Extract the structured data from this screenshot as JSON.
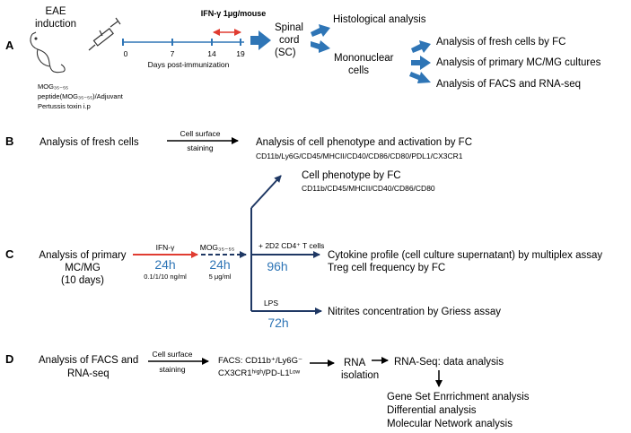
{
  "colors": {
    "blue": "#2e75b6",
    "red": "#e03c31",
    "black": "#000000"
  },
  "panels": {
    "A": {
      "label": "A",
      "induction": "EAE\ninduction",
      "injection_line1": "MOG₃₅₋₅₅",
      "injection_line2": "peptide(MOG₃₅₋₅₅)/Adjuvant",
      "injection_line3": "Pertussis toxin i.p",
      "ifn": "IFN-γ 1μg/mouse",
      "ticks": [
        "0",
        "7",
        "14",
        "19"
      ],
      "axis_label": "Days post-immunization",
      "spinal": "Spinal",
      "cord": "cord",
      "sc": "(SC)",
      "histo": "Histological analysis",
      "mono1": "Mononuclear",
      "mono2": "cells",
      "out1": "Analysis of fresh cells by FC",
      "out2": "Analysis of primary MC/MG cultures",
      "out3": "Analysis of FACS and RNA-seq",
      "icons": [
        "mouse-icon",
        "syringe-icon"
      ]
    },
    "B": {
      "label": "B",
      "title": "Analysis of fresh cells",
      "arrow_top": "Cell surface",
      "arrow_bottom": "staining",
      "result": "Analysis of cell phenotype and activation by FC",
      "markers": "CD11b/Ly6G/CD45/MHCII/CD40/CD86/CD80/PDL1/CX3CR1"
    },
    "C": {
      "label": "C",
      "title1": "Analysis of primary",
      "title2": "MC/MG",
      "title3": "(10 days)",
      "ifn": "IFN-γ",
      "h1": "24h",
      "conc1": "0.1/1/10 ng/ml",
      "mog": "MOG₃₅₋₅₅",
      "h2": "24h",
      "conc2": "5 μg/ml",
      "phen": "Cell phenotype by FC",
      "phen_markers": "CD11b/CD45/MHCII/CD40/CD86/CD80",
      "tcells": "+ 2D2 CD4⁺ T cells",
      "h3": "96h",
      "cyto": "Cytokine profile (cell culture supernatant) by multiplex assay",
      "treg": "Treg cell frequency by FC",
      "lps": "LPS",
      "h4": "72h",
      "nitrite": "Nitrites concentration by Griess assay"
    },
    "D": {
      "label": "D",
      "title1": "Analysis of FACS and",
      "title2": "RNA-seq",
      "arrow_top": "Cell surface",
      "arrow_bottom": "staining",
      "facs1": "FACS: CD11b⁺/Ly6G⁻",
      "facs2": "CX3CR1ʰⁱᵍʰ/PD-L1ᴸᵒʷ",
      "rna1": "RNA",
      "rna2": "isolation",
      "seq": "RNA-Seq: data analysis",
      "g1": "Gene Set Enrrichment analysis",
      "g2": "Differential analysis",
      "g3": "Molecular Network analysis"
    }
  }
}
